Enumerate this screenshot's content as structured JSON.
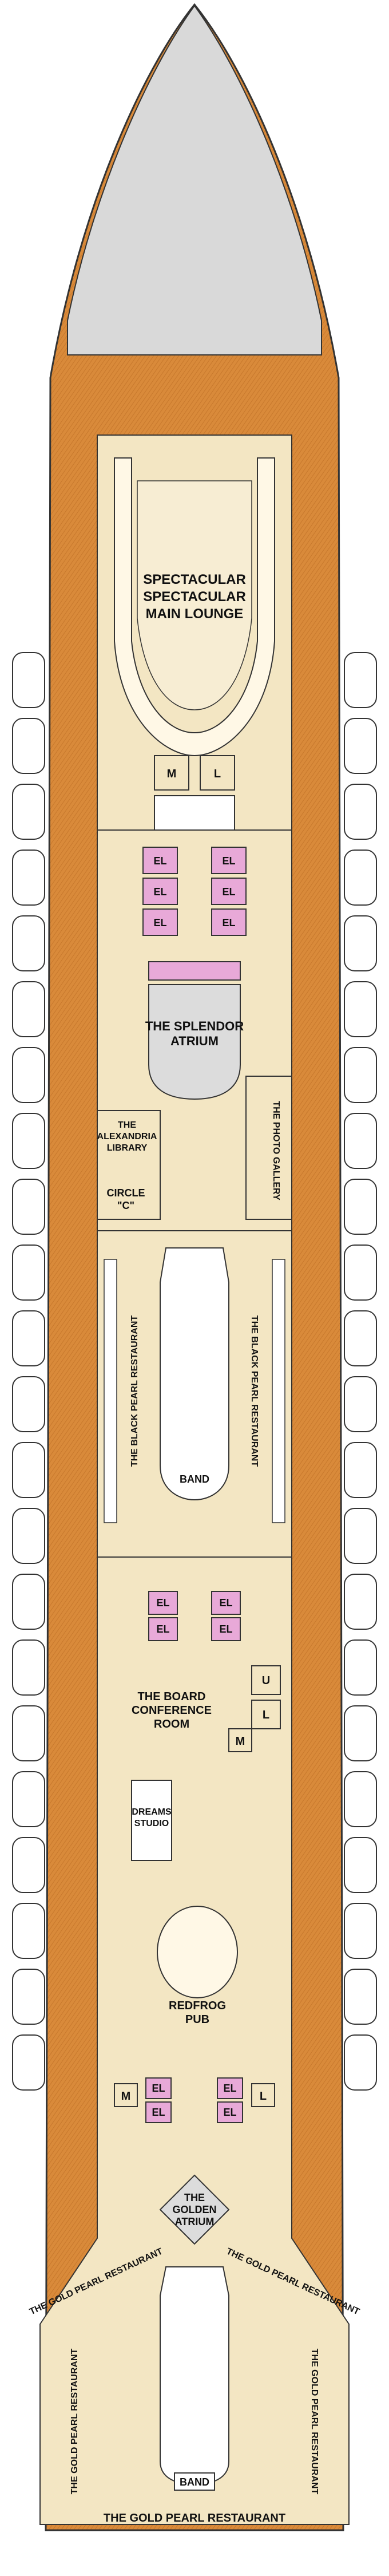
{
  "venues": {
    "main_lounge_line1": "SPECTACULAR",
    "main_lounge_line2": "SPECTACULAR",
    "main_lounge_line3": "MAIN LOUNGE",
    "atrium_line1": "THE SPLENDOR",
    "atrium_line2": "ATRIUM",
    "library_line1": "THE",
    "library_line2": "ALEXANDRIA",
    "library_line3": "LIBRARY",
    "circle_c_line1": "CIRCLE",
    "circle_c_line2": "\"C\"",
    "photo_gallery": "THE PHOTO GALLERY",
    "black_pearl_left": "THE BLACK PEARL RESTAURANT",
    "black_pearl_right": "THE BLACK PEARL RESTAURANT",
    "band_upper": "BAND",
    "board_line1": "THE BOARD",
    "board_line2": "CONFERENCE",
    "board_line3": "ROOM",
    "dreams_line1": "DREAMS",
    "dreams_line2": "STUDIO",
    "redfrog_line1": "REDFROG",
    "redfrog_line2": "PUB",
    "golden_line1": "THE",
    "golden_line2": "GOLDEN",
    "golden_line3": "ATRIUM",
    "gold_pearl_upper_left": "THE GOLD PEARL RESTAURANT",
    "gold_pearl_upper_right": "THE GOLD PEARL RESTAURANT",
    "gold_pearl_side_left": "THE GOLD PEARL RESTAURANT",
    "gold_pearl_side_right": "THE GOLD PEARL RESTAURANT",
    "band_lower": "BAND",
    "gold_pearl_bottom": "THE GOLD PEARL RESTAURANT"
  },
  "facilities": {
    "men": "M",
    "ladies": "L",
    "unisex": "U",
    "elevator": "EL"
  },
  "colors": {
    "deck_floor": "#f3e6c3",
    "wood_promenade": "#d98a3a",
    "bow": "#d9d9d9",
    "elevator": "#e8a9d8",
    "outline": "#333333",
    "lifeboat": "#ffffff"
  }
}
